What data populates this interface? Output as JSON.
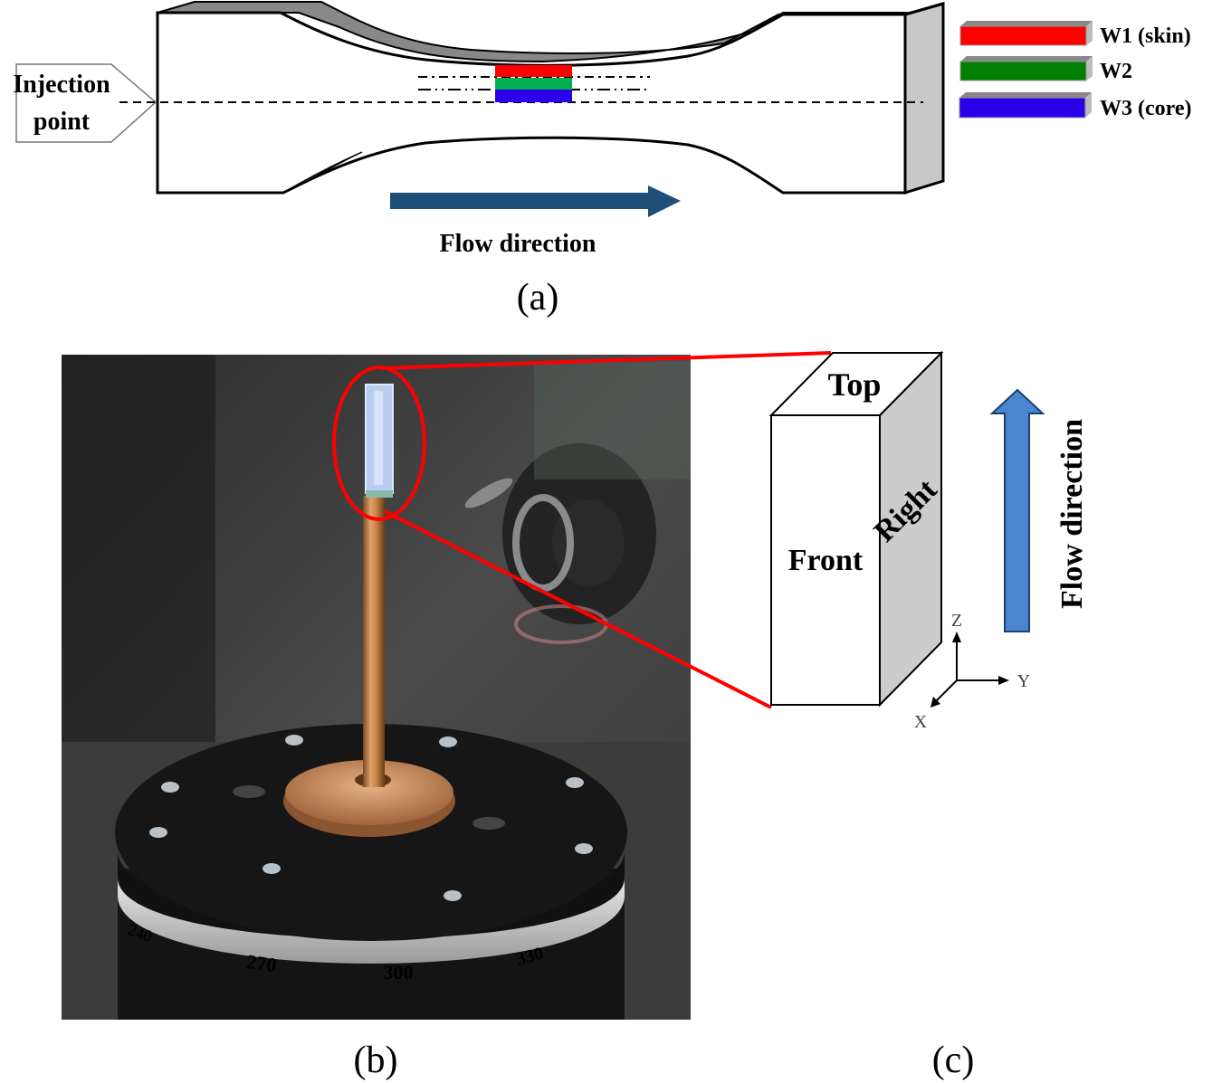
{
  "panel_a": {
    "injection_label_line1": "Injection",
    "injection_label_line2": "point",
    "flow_label": "Flow direction",
    "caption": "(a)",
    "legend": [
      {
        "label": "W1 (skin)",
        "color": "#ff0000"
      },
      {
        "label": "W2",
        "color": "#008000"
      },
      {
        "label": "W3 (core)",
        "color": "#2b00e8"
      }
    ],
    "layer_colors": {
      "w1": "#ff0000",
      "w2": "#00b050",
      "w3": "#2b00e8"
    },
    "flow_arrow_color": "#1f4e79"
  },
  "panel_b": {
    "caption": "(b)",
    "dial_labels": [
      "240",
      "270",
      "300",
      "330"
    ],
    "highlight_color": "#ff0000",
    "sample_color": "#b8cdf0"
  },
  "panel_c": {
    "face_top": "Top",
    "face_front": "Front",
    "face_right": "Right",
    "flow_label": "Flow direction",
    "axis_z": "Z",
    "axis_y": "Y",
    "axis_x": "X",
    "caption": "(c)",
    "flow_arrow_color": "#4a86d0",
    "side_face_color": "#cccccc"
  }
}
